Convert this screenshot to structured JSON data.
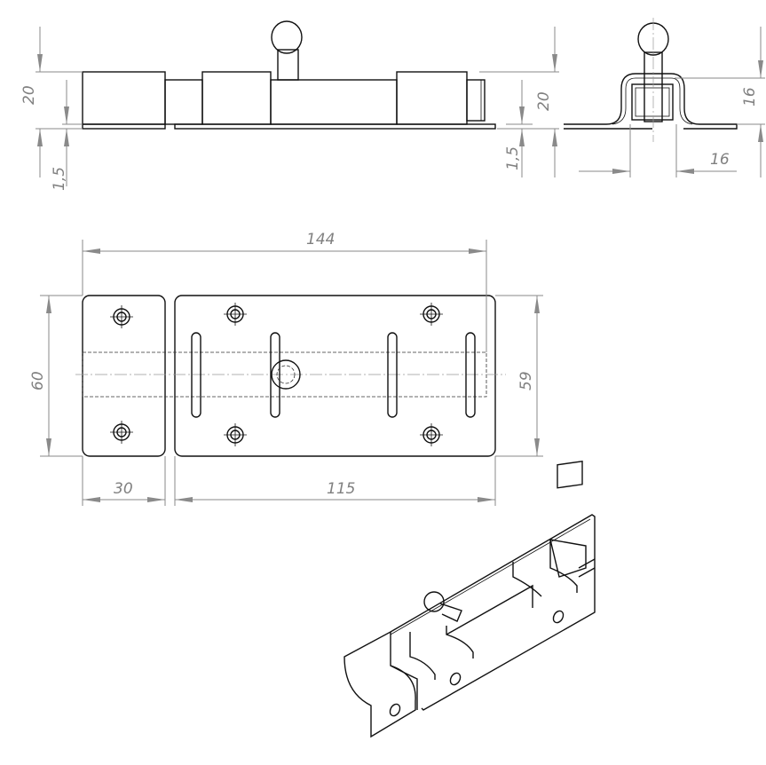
{
  "drawing": {
    "dimensions": {
      "front_height": "20",
      "front_plate": "1,5",
      "front_height_right": "20",
      "front_plate_right": "1,5",
      "side_height": "16",
      "side_width": "16",
      "overall_length": "144",
      "left_width": "60",
      "right_width": "59",
      "left_length": "30",
      "right_length": "115"
    },
    "colors": {
      "line": "#111111",
      "dimension": "#8a8a8a"
    }
  }
}
